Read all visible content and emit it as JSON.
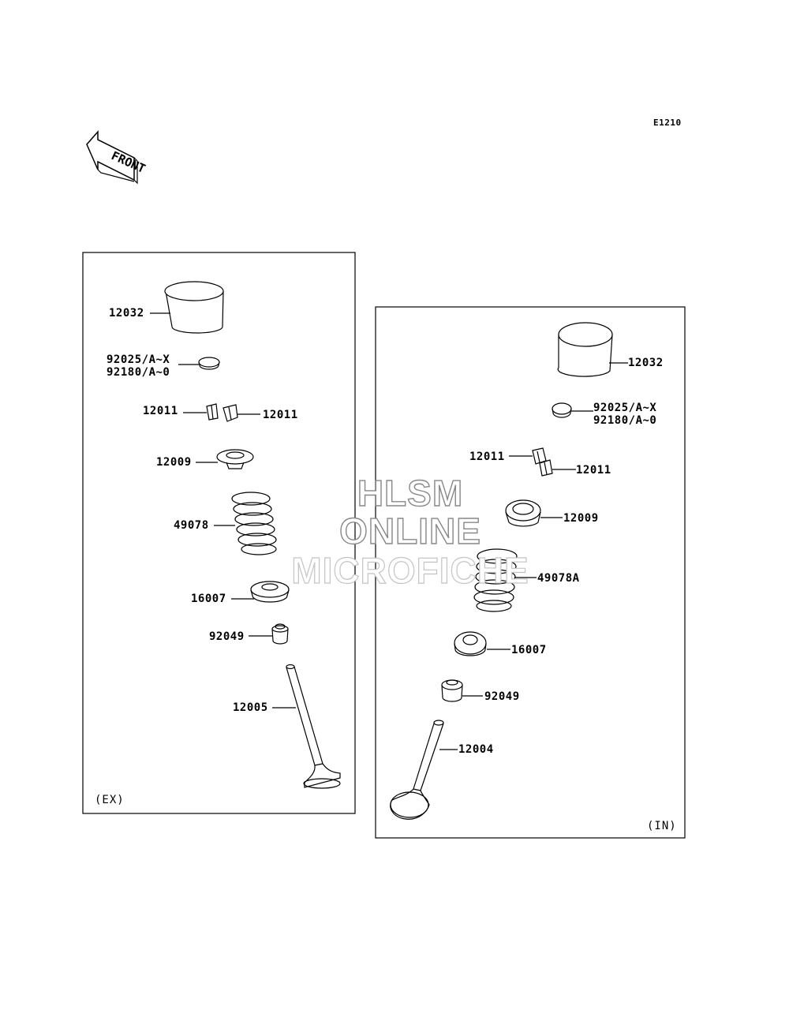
{
  "diagram": {
    "code": "E1210",
    "front_label": "FRONT",
    "panels": {
      "ex": {
        "tag": "(EX)",
        "labels": {
          "tappet": "12032",
          "shim_a": "92025/A~X",
          "shim_b": "92180/A~0",
          "cotter_left": "12011",
          "cotter_right": "12011",
          "retainer": "12009",
          "spring": "49078",
          "seat": "16007",
          "seal": "92049",
          "valve": "12005"
        }
      },
      "in": {
        "tag": "(IN)",
        "labels": {
          "tappet": "12032",
          "shim_a": "92025/A~X",
          "shim_b": "92180/A~0",
          "cotter_left": "12011",
          "cotter_right": "12011",
          "retainer": "12009",
          "spring": "49078A",
          "seat": "16007",
          "seal": "92049",
          "valve": "12004"
        }
      }
    },
    "watermark": {
      "line1": "HLSM",
      "line2": "ONLINE",
      "line3": "MICROFICHE"
    }
  }
}
